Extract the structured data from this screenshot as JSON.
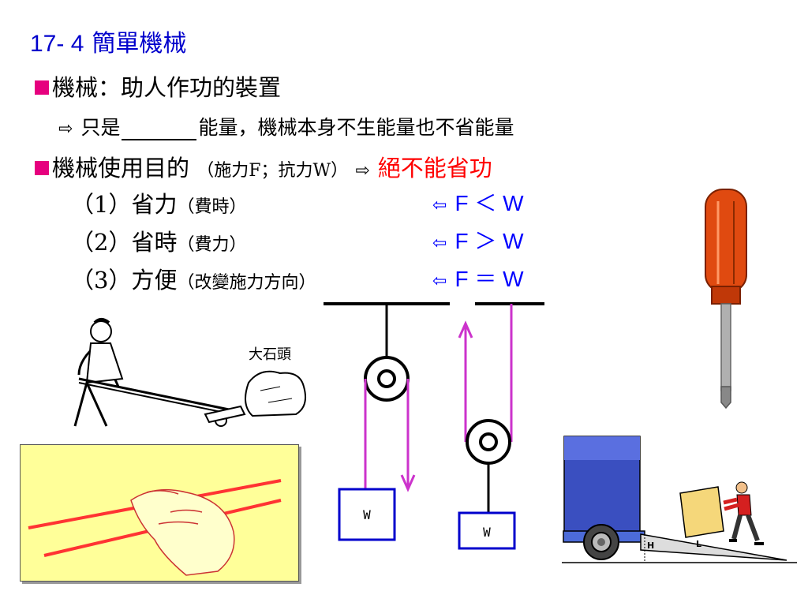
{
  "title": {
    "number": "17- 4",
    "text": "簡單機械"
  },
  "definition": {
    "text": "機械：助人作功的裝置"
  },
  "energy_note": {
    "prefix": "只是",
    "suffix": "能量，機械本身不生能量也不省能量"
  },
  "purpose": {
    "text": "機械使用目的",
    "paren": "（施力F；抗力W）",
    "conclusion": "絕不能省功"
  },
  "uses": [
    {
      "num": "（1）",
      "name": "省力",
      "note": "（費時）",
      "relation": "F ＜ W"
    },
    {
      "num": "（2）",
      "name": "省時",
      "note": "（費力）",
      "relation": "F ＞ W"
    },
    {
      "num": "（3）",
      "name": "方便",
      "note": "（改變施力方向）",
      "relation": "F ＝ W"
    }
  ],
  "lever_label": "大石頭",
  "pulley_weight_label": "W",
  "ramp_labels": {
    "h": "H",
    "l": "L"
  },
  "colors": {
    "title": "#0000cc",
    "bullet": "#e6007e",
    "relation": "#0000ff",
    "warning": "#ff0000",
    "rope": "#cc33cc"
  }
}
